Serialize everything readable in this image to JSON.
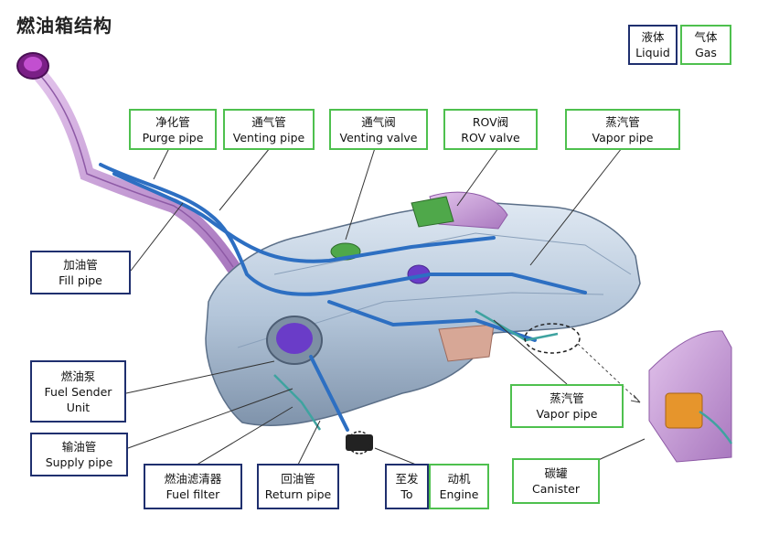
{
  "title": "燃油箱结构",
  "legend": {
    "liquid": {
      "zh": "液体",
      "en": "Liquid"
    },
    "gas": {
      "zh": "气体",
      "en": "Gas"
    }
  },
  "labels": {
    "purge_pipe": {
      "zh": "净化管",
      "en": "Purge pipe"
    },
    "venting_pipe": {
      "zh": "通气管",
      "en": "Venting pipe"
    },
    "venting_valve": {
      "zh": "通气阀",
      "en": "Venting valve"
    },
    "rov_valve": {
      "zh": "ROV阀",
      "en": "ROV valve"
    },
    "vapor_pipe_top": {
      "zh": "蒸汽管",
      "en": "Vapor pipe"
    },
    "fill_pipe": {
      "zh": "加油管",
      "en": "Fill pipe"
    },
    "fuel_sender": {
      "zh": "燃油泵",
      "en1": "Fuel Sender",
      "en2": "Unit"
    },
    "supply_pipe": {
      "zh": "输油管",
      "en": "Supply pipe"
    },
    "fuel_filter": {
      "zh": "燃油滤清器",
      "en": "Fuel filter"
    },
    "return_pipe": {
      "zh": "回油管",
      "en": "Return pipe"
    },
    "to_engine": {
      "zh1": "至发",
      "en1": "To",
      "zh2": "动机",
      "en2": "Engine"
    },
    "vapor_pipe_bottom": {
      "zh": "蒸汽管",
      "en": "Vapor pipe"
    },
    "canister": {
      "zh": "碳罐",
      "en": "Canister"
    }
  },
  "colors": {
    "gas_border": "#4ec04e",
    "liquid_border": "#1f2f6e",
    "tank": "#a9bfd6",
    "pipe_blue": "#2d6fc2",
    "pipe_pink": "#c79ad6",
    "valve_green": "#4fa84a",
    "pump_purple": "#6a3cc8"
  }
}
